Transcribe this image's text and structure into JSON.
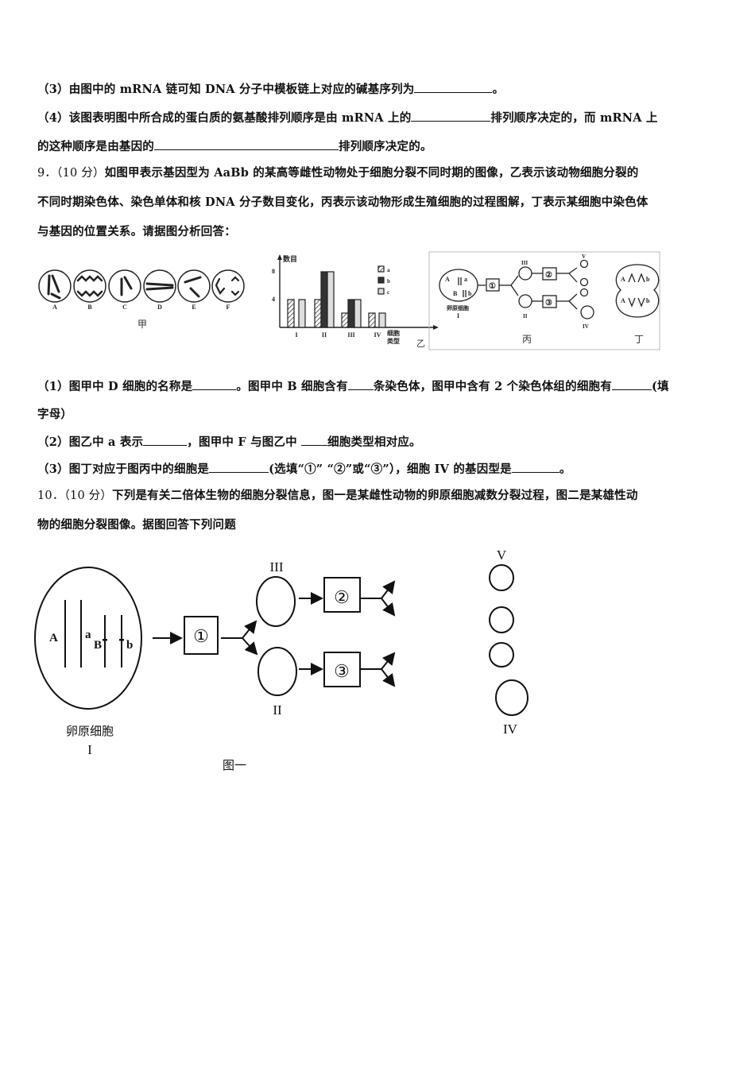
{
  "q8": {
    "p3": {
      "label": "（3）",
      "text": "由图中的 mRNA 链可知 DNA 分子中模板链上对应的碱基序列为",
      "end": "。"
    },
    "p4": {
      "label": "（4）",
      "text_a": "该图表明图中所合成的蛋白质的氨基酸排列顺序是由 mRNA 上的",
      "text_b": "排列顺序决定的，而 mRNA 上",
      "text_c": "的这种顺序是由基因的",
      "text_d": "排列顺序决定的。"
    }
  },
  "q9": {
    "number": "9．",
    "score": "（10 分）",
    "stem_line1": "如图甲表示基因型为 AaBb 的某高等雌性动物处于细胞分裂不同时期的图像，乙表示该动物细胞分裂的",
    "stem_line2": "不同时期染色体、染色单体和核 DNA 分子数目变化，丙表示该动物形成生殖细胞的过程图解，丁表示某细胞中染色体",
    "stem_line3": "与基因的位置关系。请据图分析回答：",
    "figures": {
      "jia": {
        "caption": "甲",
        "cells": [
          "A",
          "B",
          "C",
          "D",
          "E",
          "F"
        ]
      },
      "yi": {
        "caption": "乙",
        "ylabel": "数目",
        "xlabel_1": "细胞",
        "xlabel_2": "类型"
      },
      "bing": {
        "caption": "丙",
        "cell_I_label": "卵原细胞",
        "cell_I_num": "I",
        "alleles": [
          "A",
          "a",
          "B",
          "b"
        ],
        "steps": [
          "①",
          "②",
          "③"
        ],
        "cells": [
          "II",
          "III",
          "IV",
          "V"
        ]
      },
      "ding": {
        "caption": "丁",
        "alleles_top": [
          "A",
          "b"
        ],
        "alleles_bottom": [
          "A",
          "b"
        ]
      }
    },
    "q1": {
      "label": "（1）",
      "t1": "图甲中 D 细胞的名称是",
      "t2": "。图甲中 B 细胞含有",
      "t3": "条染色体，图甲中含有 2 个染色体组的细胞有",
      "t4": "(填",
      "t5": "字母）"
    },
    "q2": {
      "label": "（2）",
      "t1": "图乙中 a 表示",
      "t2": "，图甲中 F 与图乙中 ",
      "t3": "细胞类型相对应。"
    },
    "q3": {
      "label": "（3）",
      "t1": "图丁对应于图丙中的细胞是",
      "t2": "(选填“①” “②”或“③”），细胞 IV 的基因型是",
      "t3": "。"
    }
  },
  "q10": {
    "number": "10．",
    "score": "（10 分）",
    "stem_line1": "下列是有关二倍体生物的细胞分裂信息，图一是某雌性动物的卵原细胞减数分裂过程，图二是某雄性动",
    "stem_line2": "物的细胞分裂图像。据图回答下列问题",
    "figure": {
      "caption": "图一",
      "cell_I_label": "卵原细胞",
      "cell_I_num": "I",
      "alleles": [
        "A",
        "a",
        "B",
        "b"
      ],
      "steps": [
        "①",
        "②",
        "③"
      ],
      "cells": {
        "top_mid": "III",
        "bottom_mid": "II",
        "top_right": "V",
        "bottom_right": "IV"
      }
    }
  },
  "chart_data": {
    "type": "bar",
    "title": "乙",
    "categories": [
      "I",
      "II",
      "III",
      "IV"
    ],
    "series": [
      {
        "name": "a",
        "values": [
          4,
          4,
          2,
          2
        ]
      },
      {
        "name": "b",
        "values": [
          0,
          8,
          4,
          0
        ]
      },
      {
        "name": "c",
        "values": [
          4,
          8,
          4,
          2
        ]
      }
    ],
    "xlabel": "细胞类型",
    "ylabel": "数目",
    "yticks": [
      4,
      8
    ],
    "ylim": [
      0,
      9
    ],
    "legend_position": "upper right"
  }
}
